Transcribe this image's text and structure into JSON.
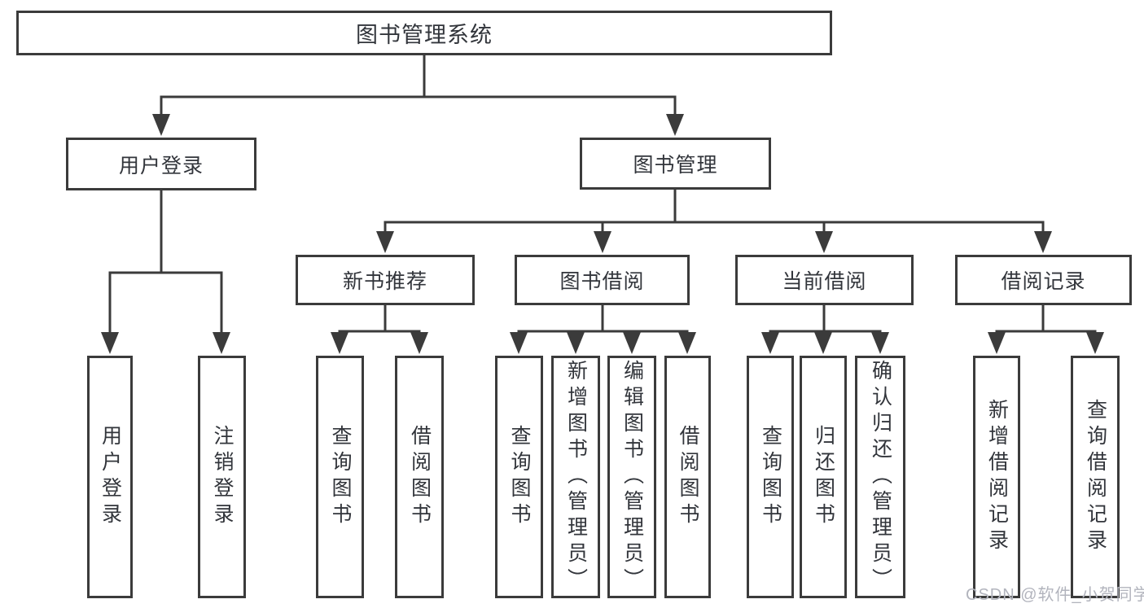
{
  "diagram": {
    "title": "图书管理系统",
    "root": {
      "label": "图书管理系统"
    },
    "level2": [
      {
        "label": "用户登录"
      },
      {
        "label": "图书管理"
      }
    ],
    "level3": [
      {
        "label": "新书推荐"
      },
      {
        "label": "图书借阅"
      },
      {
        "label": "当前借阅"
      },
      {
        "label": "借阅记录"
      }
    ],
    "leaves": [
      {
        "label": "用户登录"
      },
      {
        "label": "注销登录"
      },
      {
        "label": "查询图书"
      },
      {
        "label": "借阅图书"
      },
      {
        "label": "查询图书"
      },
      {
        "label": "新增图书（管理员）"
      },
      {
        "label": "编辑图书（管理员）"
      },
      {
        "label": "借阅图书"
      },
      {
        "label": "查询图书"
      },
      {
        "label": "归还图书"
      },
      {
        "label": "确认归还（管理员）"
      },
      {
        "label": "新增借阅记录"
      },
      {
        "label": "查询借阅记录"
      }
    ]
  },
  "watermark": {
    "text": "CSDN @软件_小贺同学"
  },
  "colors": {
    "line": "#3b3b3b",
    "text": "#32353b",
    "background": "#ffffff",
    "watermark": "#b2b4bd"
  }
}
